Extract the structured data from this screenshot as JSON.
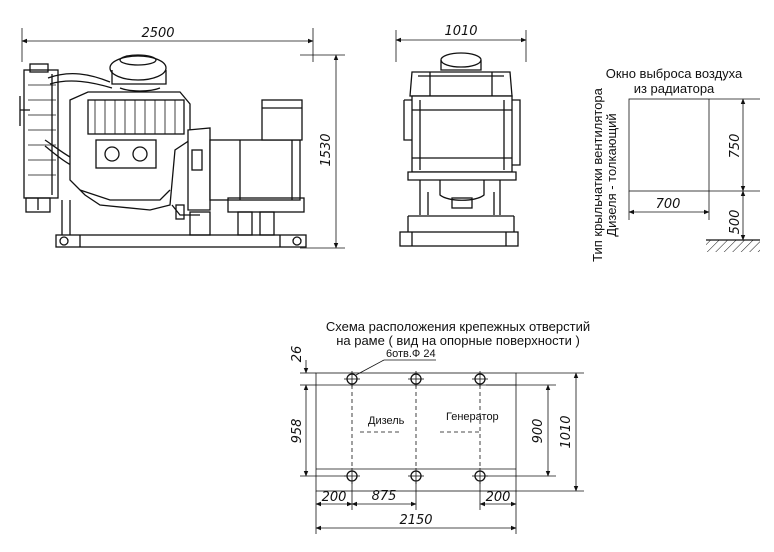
{
  "side_view": {
    "width_dim": "2500",
    "height_dim": "1530"
  },
  "front_view": {
    "width_dim": "1010"
  },
  "air_window": {
    "title_line1": "Окно выброса воздуха",
    "title_line2": "из радиатора",
    "fan_line1": "Тип крыльчатки вентилятора",
    "fan_line2": "Дизеля - толкающий",
    "dim_height": "750",
    "dim_width": "700",
    "dim_offset": "500"
  },
  "mounting": {
    "title_line1": "Схема расположения крепежных отверстий",
    "title_line2": "на раме ( вид на опорные поверхности )",
    "holes_note": "6отв.Ф 24",
    "label_diesel": "Дизель",
    "label_generator": "Генератор",
    "dim_top": "26",
    "dim_left_height": "958",
    "dim_inner_height": "900",
    "dim_outer_height": "1010",
    "dim_bottom_left": "200",
    "dim_bottom_mid": "875",
    "dim_bottom_right": "200",
    "dim_total_length": "2150"
  }
}
